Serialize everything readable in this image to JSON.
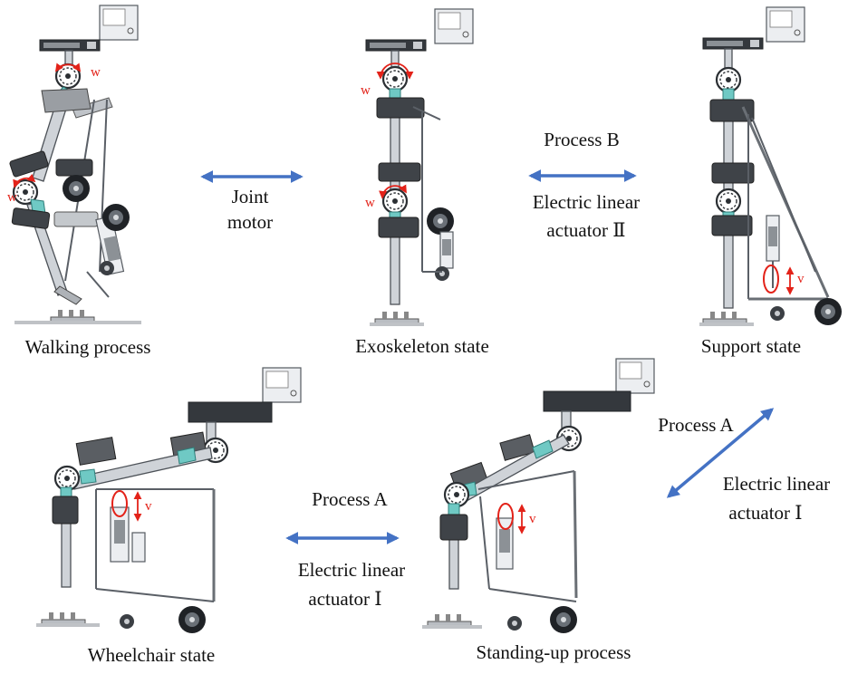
{
  "figure": {
    "states": {
      "walking": "Walking process",
      "exoskeleton": "Exoskeleton state",
      "support": "Support state",
      "wheelchair": "Wheelchair state",
      "standing": "Standing-up process"
    },
    "transitions": {
      "joint_motor": {
        "line1": "Joint",
        "line2": "motor"
      },
      "process_b": {
        "name": "Process B",
        "line1": "Electric linear",
        "line2": "actuator Ⅱ"
      },
      "process_a_bottom": {
        "name": "Process A",
        "line1": "Electric linear",
        "line2": "actuator Ⅰ"
      },
      "process_a_right": {
        "name": "Process A",
        "line1": "Electric linear",
        "line2": "actuator Ⅰ"
      }
    },
    "symbols": {
      "angular_velocity": "w",
      "linear_velocity": "v"
    },
    "colors": {
      "arrow": "#4472c4",
      "annotation": "#e32219",
      "joint_accent": "#6fc9c4"
    }
  }
}
